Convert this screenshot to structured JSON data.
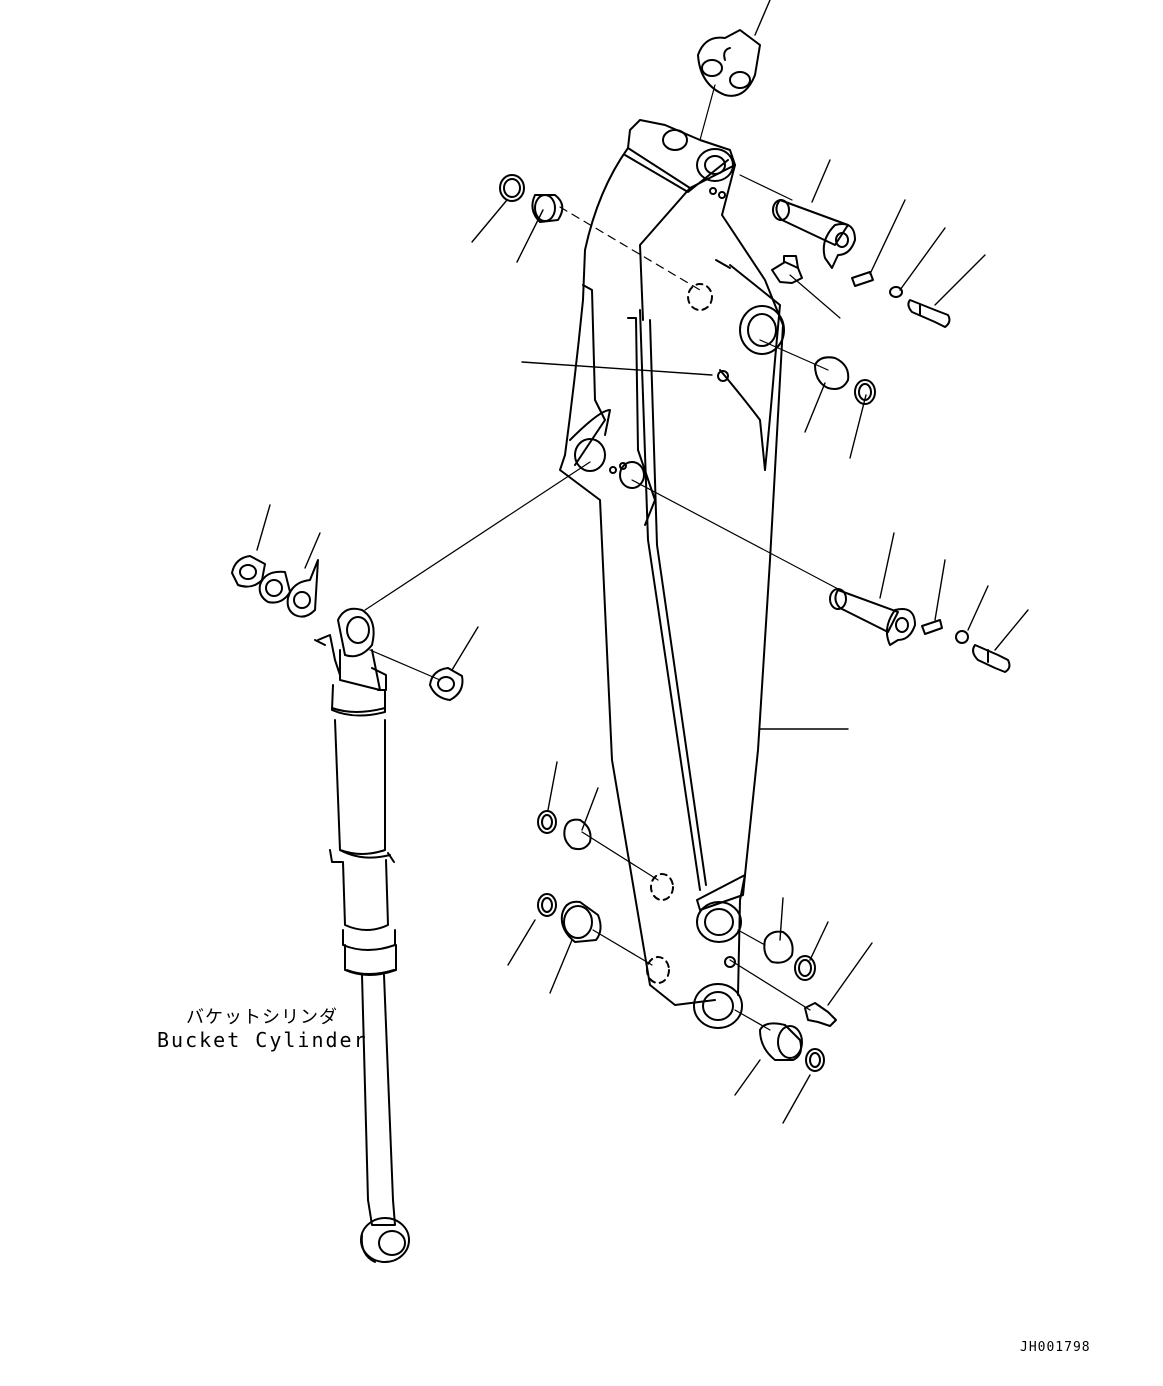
{
  "diagram": {
    "caption_jp": "バケットシリンダ",
    "caption_en": "Bucket Cylinder",
    "drawing_id": "JH001798"
  },
  "colors": {
    "line": "#000000",
    "background": "#ffffff"
  }
}
